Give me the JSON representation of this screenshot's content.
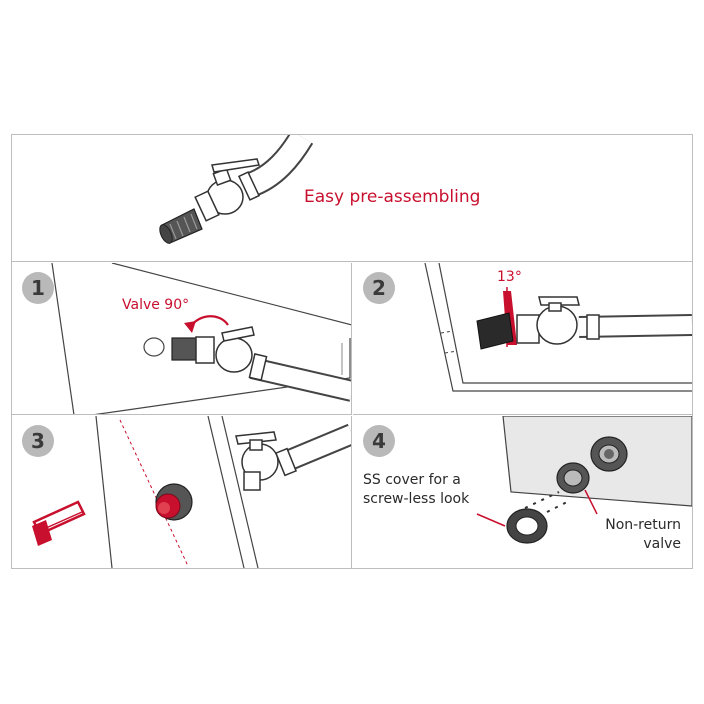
{
  "headline": "Easy pre-assembling",
  "steps": [
    {
      "number": "1",
      "label": "Valve 90°"
    },
    {
      "number": "2",
      "label": "13°"
    },
    {
      "number": "3"
    },
    {
      "number": "4",
      "cover_label": "SS cover for a screw-less look",
      "valve_label": "Non-return valve"
    }
  ],
  "colors": {
    "accent": "#c8102e",
    "badge": "#b9b9b9",
    "line": "#bdbdbd"
  }
}
